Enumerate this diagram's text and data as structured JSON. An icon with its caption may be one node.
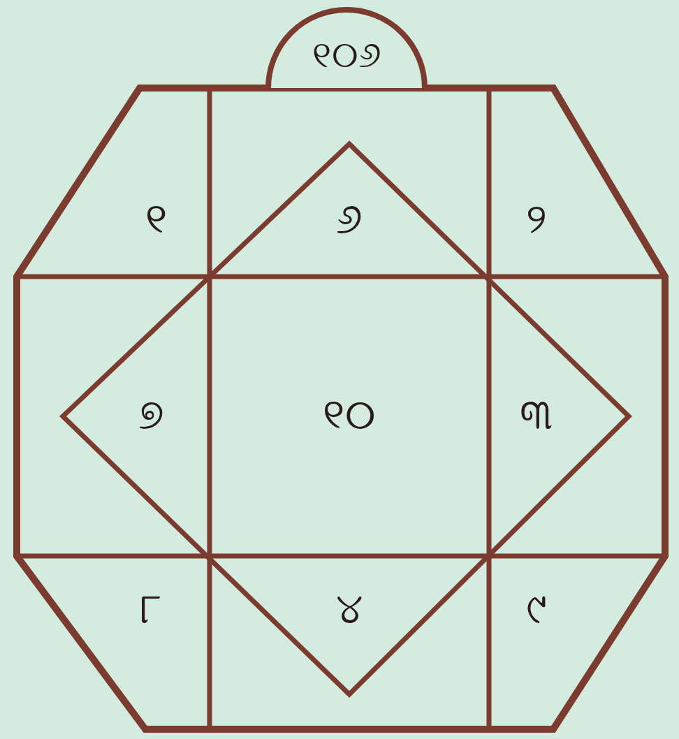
{
  "diagram": {
    "nodes": [
      {
        "text": [
          "୧୦୬"
        ]
      }
    ],
    "labels": [
      "୧",
      "୬",
      "୨",
      "୭",
      "୧୦",
      "୩",
      "୮",
      "୪",
      "୯"
    ]
  }
}
